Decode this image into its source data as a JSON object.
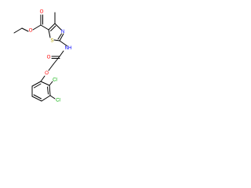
{
  "colors": {
    "bond": "#000000",
    "oxygen": "#ff0000",
    "nitrogen": "#0000ff",
    "sulfur": "#b3a400",
    "chlorine": "#00b000",
    "carbon": "#000000"
  },
  "molecule": {
    "atoms": {
      "ester_o_carbonyl": "O",
      "ester_o_ether": "O",
      "thiazole_s": "S",
      "thiazole_n": "N",
      "amide_nh": "NH",
      "amide_o": "O",
      "ether_o": "O",
      "cl_top": "Cl",
      "cl_right": "Cl"
    },
    "atom_order": [
      "ester_o_carbonyl",
      "ester_o_ether",
      "thiazole_s",
      "thiazole_n",
      "amide_nh",
      "amide_o",
      "ether_o",
      "cl_top",
      "cl_right"
    ],
    "atom_colors": {
      "ester_o_carbonyl": "oxygen",
      "ester_o_ether": "oxygen",
      "thiazole_s": "sulfur",
      "thiazole_n": "nitrogen",
      "amide_nh": "nitrogen",
      "amide_o": "oxygen",
      "ether_o": "oxygen",
      "cl_top": "chlorine",
      "cl_right": "chlorine"
    }
  }
}
